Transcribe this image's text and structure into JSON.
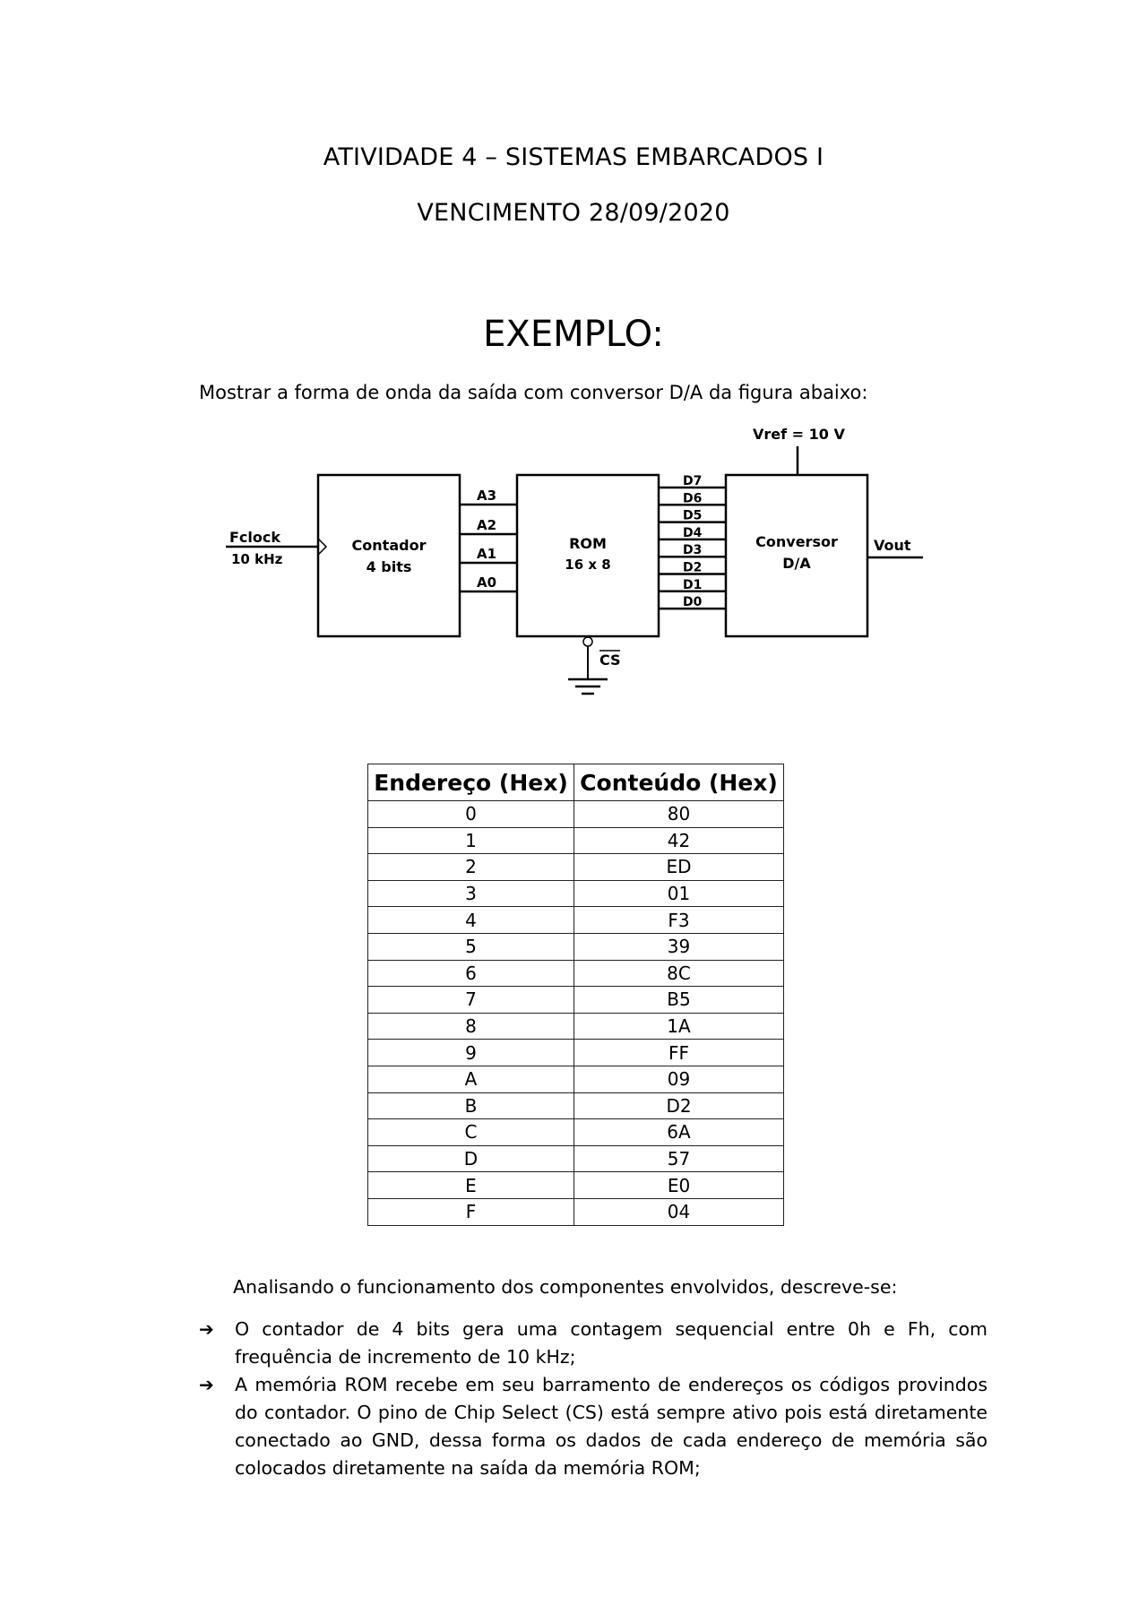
{
  "header": {
    "title": "ATIVIDADE 4 – SISTEMAS EMBARCADOS I",
    "due": "VENCIMENTO 28/09/2020"
  },
  "example": {
    "heading": "EXEMPLO:",
    "intro": "Mostrar a forma de onda da saída com conversor D/A da figura abaixo:"
  },
  "diagram": {
    "clock_label": "Fclock",
    "clock_freq": "10 kHz",
    "counter_label": "Contador",
    "counter_bits": "4 bits",
    "address_lines": [
      "A3",
      "A2",
      "A1",
      "A0"
    ],
    "rom_label": "ROM",
    "rom_size": "16 x 8",
    "data_lines": [
      "D7",
      "D6",
      "D5",
      "D4",
      "D3",
      "D2",
      "D1",
      "D0"
    ],
    "cs_label": "CS",
    "converter_label": "Conversor",
    "converter_type": "D/A",
    "vref_label": "Vref = 10 V",
    "vout_label": "Vout"
  },
  "table": {
    "headers": [
      "Endereço (Hex)",
      "Conteúdo (Hex)"
    ],
    "rows": [
      [
        "0",
        "80"
      ],
      [
        "1",
        "42"
      ],
      [
        "2",
        "ED"
      ],
      [
        "3",
        "01"
      ],
      [
        "4",
        "F3"
      ],
      [
        "5",
        "39"
      ],
      [
        "6",
        "8C"
      ],
      [
        "7",
        "B5"
      ],
      [
        "8",
        "1A"
      ],
      [
        "9",
        "FF"
      ],
      [
        "A",
        "09"
      ],
      [
        "B",
        "D2"
      ],
      [
        "C",
        "6A"
      ],
      [
        "D",
        "57"
      ],
      [
        "E",
        "E0"
      ],
      [
        "F",
        "04"
      ]
    ]
  },
  "analysis": {
    "intro": "Analisando o funcionamento dos componentes envolvidos, descreve-se:",
    "bullets": [
      "O contador de 4 bits gera uma contagem sequencial entre 0h e Fh, com frequência de incremento de 10 kHz;",
      "A memória ROM recebe em seu barramento de endereços os códigos provindos do contador. O pino de Chip Select (CS) está sempre ativo pois está diretamente conectado ao GND, dessa forma os dados de cada endereço de memória são colocados diretamente na saída da memória ROM;"
    ]
  }
}
